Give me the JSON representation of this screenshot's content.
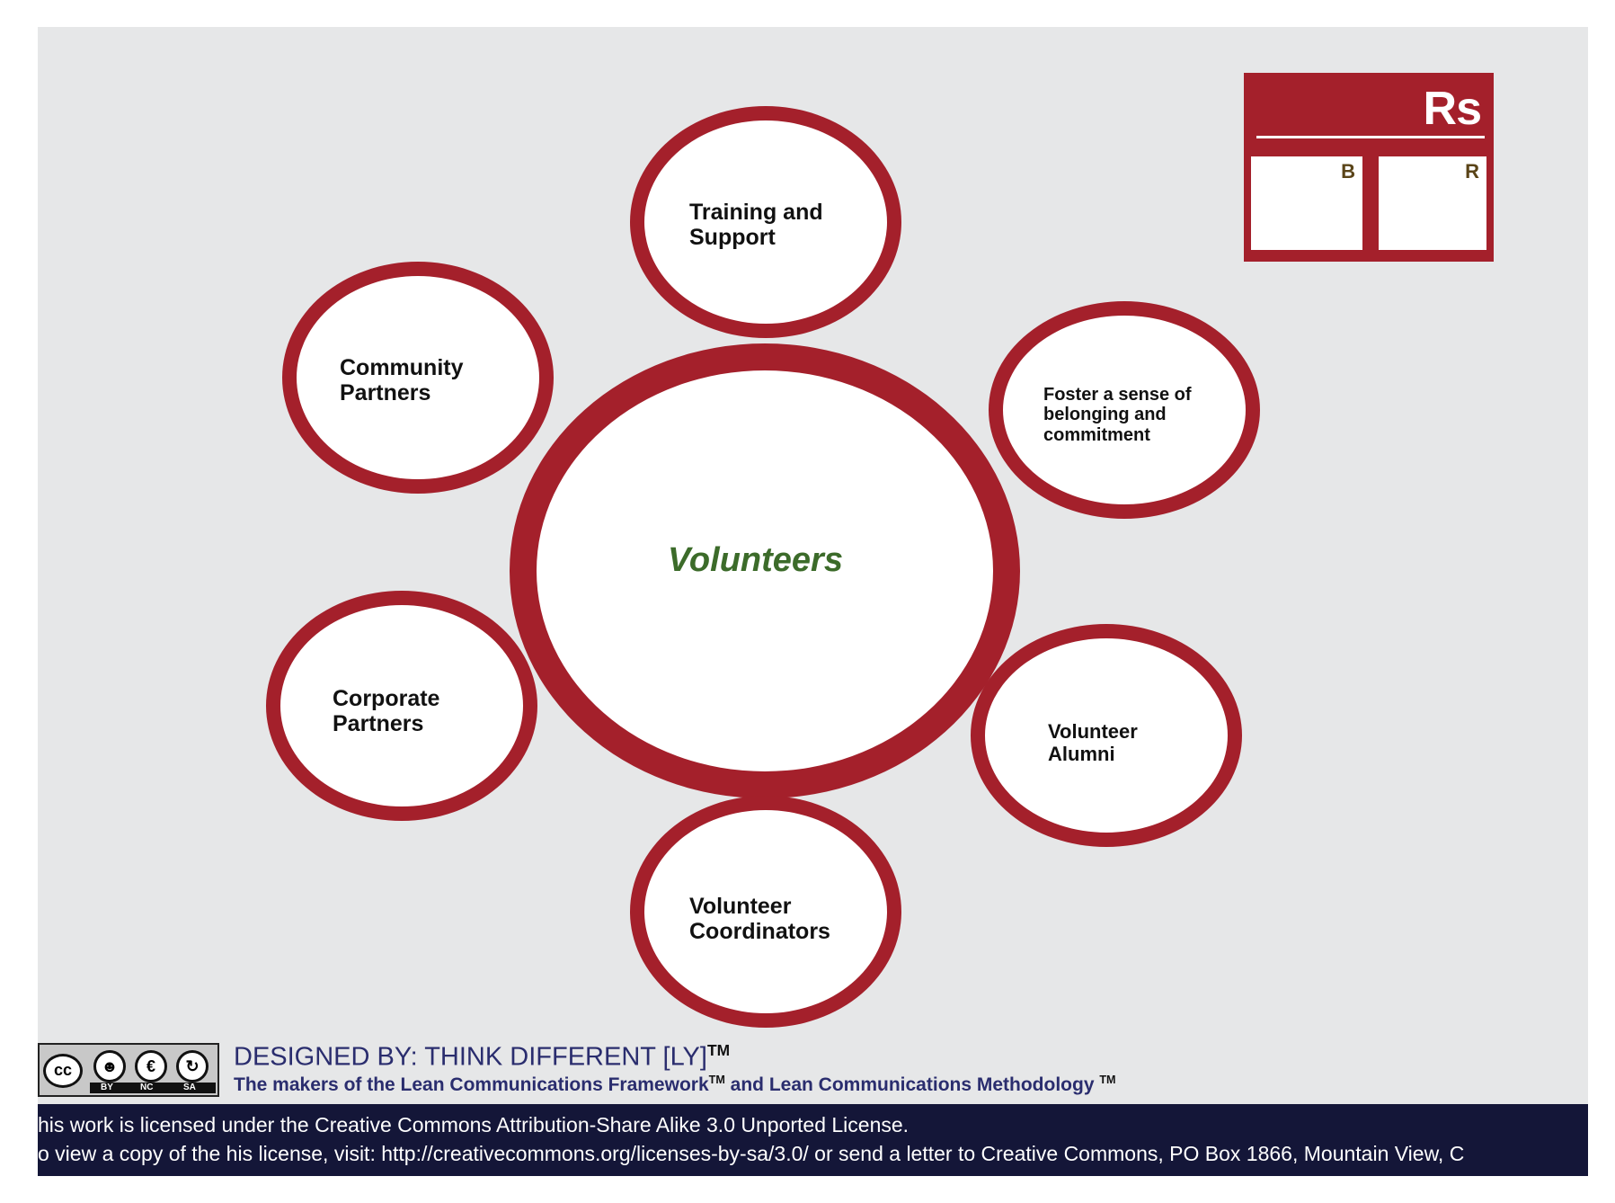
{
  "diagram": {
    "center": "Volunteers",
    "nodes": [
      {
        "id": "training",
        "label": "Training and\nSupport"
      },
      {
        "id": "community",
        "label": "Community\nPartners"
      },
      {
        "id": "foster",
        "label": "Foster a sense of\nbelonging and\ncommitment"
      },
      {
        "id": "corporate",
        "label": "Corporate\nPartners"
      },
      {
        "id": "alumni",
        "label": "Volunteer\nAlumni"
      },
      {
        "id": "coordinators",
        "label": "Volunteer\nCoordinators"
      }
    ],
    "colors": {
      "ring": "#a4202b",
      "center_text": "#3c6b2a",
      "background": "#e6e7e8"
    }
  },
  "legend": {
    "title": "Rs",
    "left_key": "B",
    "right_key": "R"
  },
  "credits": {
    "cc_letters": "cc",
    "cc_terms": [
      "BY",
      "NC",
      "SA"
    ],
    "designed_by": "DESIGNED BY: THINK DIFFERENT [LY]",
    "tm": "TM",
    "makers_part1": "The makers of the Lean Communications Framework",
    "makers_part2": " and Lean Communications Methodology "
  },
  "footer": {
    "line1": "his work is licensed under the Creative Commons Attribution-Share Alike 3.0 Unported License.",
    "line2": "o view a copy of the his license, visit: http://creativecommons.org/licenses-by-sa/3.0/ or send a letter to Creative Commons, PO Box 1866, Mountain View, C",
    "color": "#141638"
  }
}
